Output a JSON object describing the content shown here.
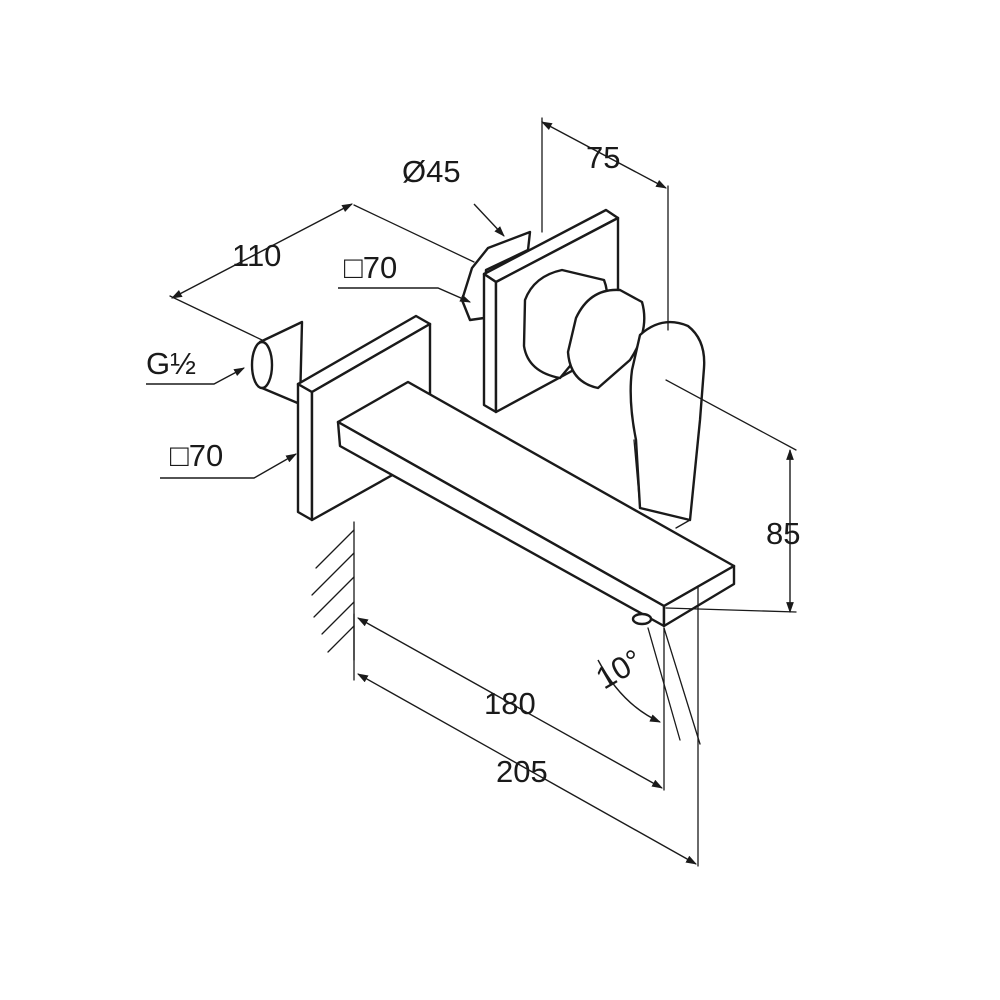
{
  "diagram": {
    "dimensions": {
      "spout_length": "180",
      "overall_length": "205",
      "spout_plate_depth": "110",
      "lever_plate_depth": "75",
      "spout_height": "85",
      "angle": "10°",
      "lever_hub_diameter": "Ø45",
      "lever_plate_size": "□70",
      "spout_plate_size": "□70",
      "connection_thread": "G½"
    }
  }
}
